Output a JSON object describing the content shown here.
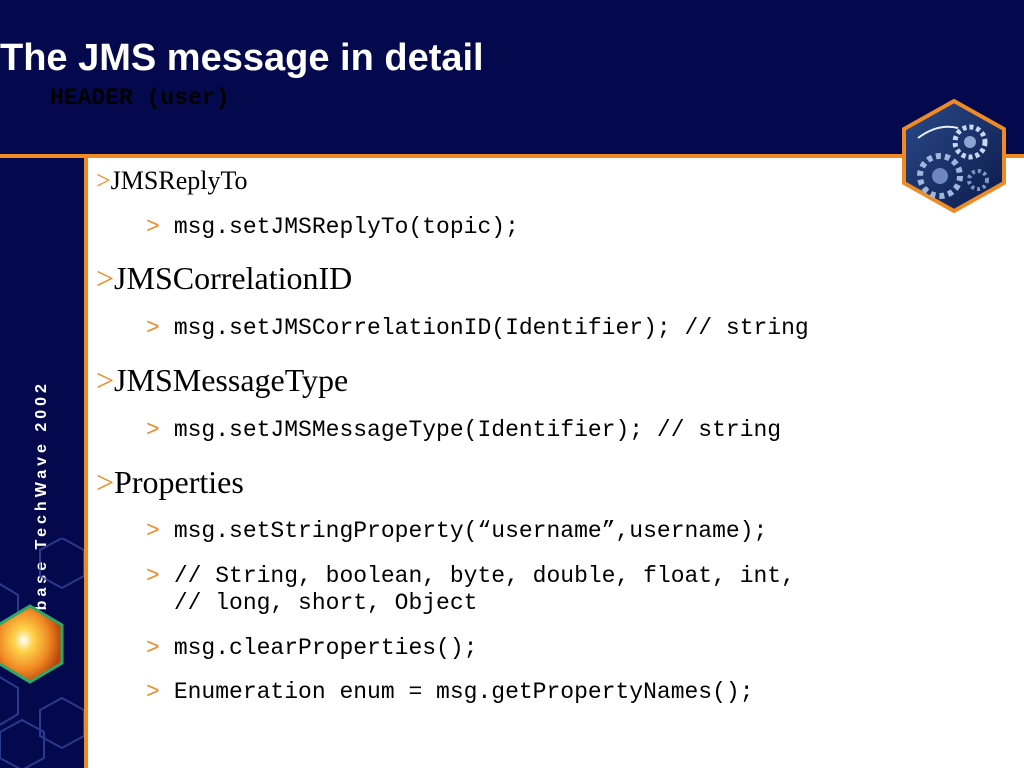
{
  "slide": {
    "title_line1": "The JMS message in detail",
    "title_line2": "HEADER (user)",
    "sidebar_text": "Sybase TechWave 2002"
  },
  "colors": {
    "navy": "#03094c",
    "accent": "#f08a24",
    "text": "#000000",
    "background": "#ffffff"
  },
  "icons": {
    "logo": "gears-hexagon-icon",
    "sidebar_decoration": "orange-hexagon-icon"
  },
  "bullet_marker": ">",
  "bullets": [
    {
      "label": "JMSReplyTo",
      "subs": [
        "msg.setJMSReplyTo(topic);"
      ]
    },
    {
      "label": "JMSCorrelationID",
      "subs": [
        "msg.setJMSCorrelationID(Identifier); // string"
      ]
    },
    {
      "label": "JMSMessageType",
      "subs": [
        "msg.setJMSMessageType(Identifier); // string"
      ]
    },
    {
      "label": "Properties",
      "subs": [
        "msg.setStringProperty(“username”,username);",
        "// String, boolean, byte, double, float, int,\n// long, short, Object",
        "msg.clearProperties();",
        "Enumeration enum = msg.getPropertyNames();"
      ]
    }
  ]
}
